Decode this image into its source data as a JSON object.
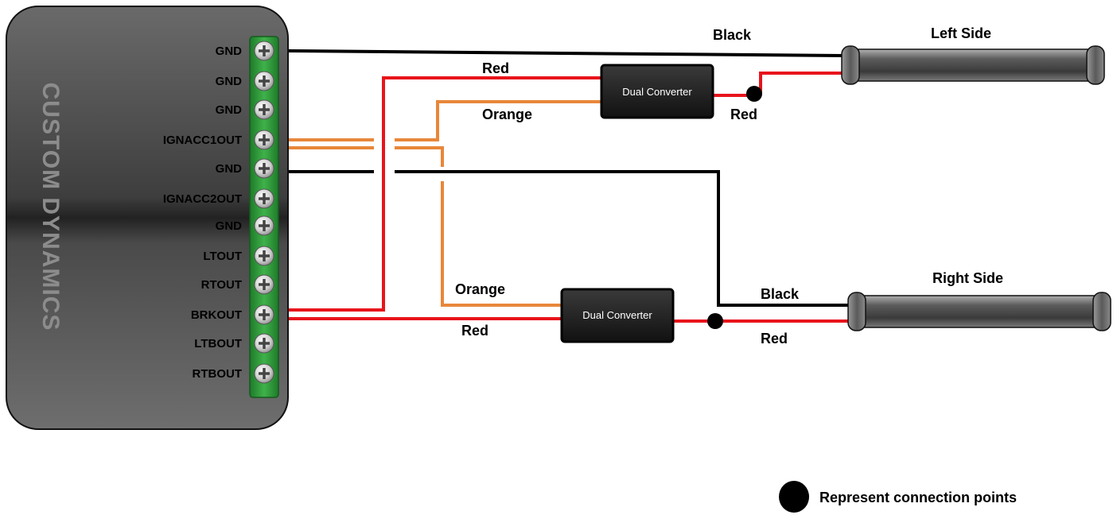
{
  "brand": "CUSTOM DYNAMICS",
  "terminals": [
    "GND",
    "GND",
    "GND",
    "IGNACC1OUT",
    "GND",
    "IGNACC2OUT",
    "GND",
    "LTOUT",
    "RTOUT",
    "BRKOUT",
    "LTBOUT",
    "RTBOUT"
  ],
  "converters": {
    "top": "Dual Converter",
    "bottom": "Dual Converter"
  },
  "lights": {
    "left": "Left Side",
    "right": "Right Side"
  },
  "wire_labels": {
    "black_top": "Black",
    "red_top": "Red",
    "orange_top": "Orange",
    "red_top_out": "Red",
    "orange_bottom": "Orange",
    "red_bottom": "Red",
    "black_bottom": "Black",
    "red_bottom_out": "Red"
  },
  "legend": {
    "text": "Represent connection points"
  },
  "colors": {
    "black_wire": "#000000",
    "red_wire": "#e8141b",
    "orange_wire": "#e8873a",
    "terminal_strip": "#2f9a3a",
    "module_body": "#5a5a5a"
  }
}
